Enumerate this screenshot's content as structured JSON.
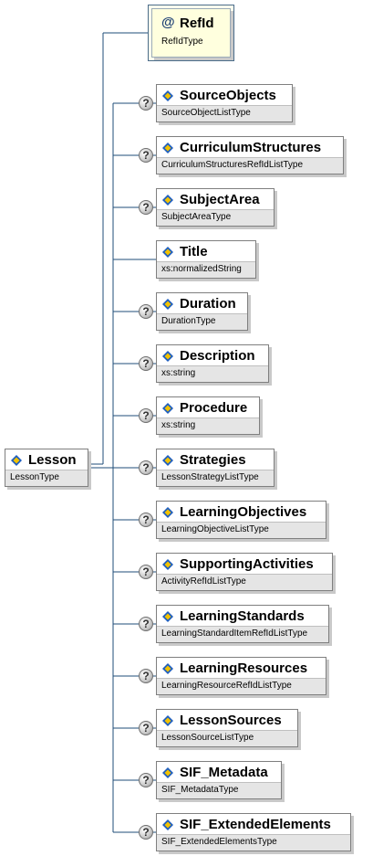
{
  "root": {
    "name": "Lesson",
    "type": "LessonType",
    "icon": "element-icon"
  },
  "attribute": {
    "symbol": "@",
    "name": "RefId",
    "type": "RefIdType"
  },
  "optional_symbol": "?",
  "children": [
    {
      "name": "SourceObjects",
      "type": "SourceObjectListType",
      "optional": true
    },
    {
      "name": "CurriculumStructures",
      "type": "CurriculumStructuresRefIdListType",
      "optional": true
    },
    {
      "name": "SubjectArea",
      "type": "SubjectAreaType",
      "optional": true
    },
    {
      "name": "Title",
      "type": "xs:normalizedString",
      "optional": false
    },
    {
      "name": "Duration",
      "type": "DurationType",
      "optional": true
    },
    {
      "name": "Description",
      "type": "xs:string",
      "optional": true
    },
    {
      "name": "Procedure",
      "type": "xs:string",
      "optional": true
    },
    {
      "name": "Strategies",
      "type": "LessonStrategyListType",
      "optional": true
    },
    {
      "name": "LearningObjectives",
      "type": "LearningObjectiveListType",
      "optional": true
    },
    {
      "name": "SupportingActivities",
      "type": "ActivityRefIdListType",
      "optional": true
    },
    {
      "name": "LearningStandards",
      "type": "LearningStandardItemRefIdListType",
      "optional": true
    },
    {
      "name": "LearningResources",
      "type": "LearningResourceRefIdListType",
      "optional": true
    },
    {
      "name": "LessonSources",
      "type": "LessonSourceListType",
      "optional": true
    },
    {
      "name": "SIF_Metadata",
      "type": "SIF_MetadataType",
      "optional": true
    },
    {
      "name": "SIF_ExtendedElements",
      "type": "SIF_ExtendedElementsType",
      "optional": true
    }
  ],
  "colors": {
    "connector": "#1f4e79",
    "icon_blue": "#1f5fbf",
    "icon_yellow": "#f2c200",
    "type_bg": "#e5e5e5"
  }
}
